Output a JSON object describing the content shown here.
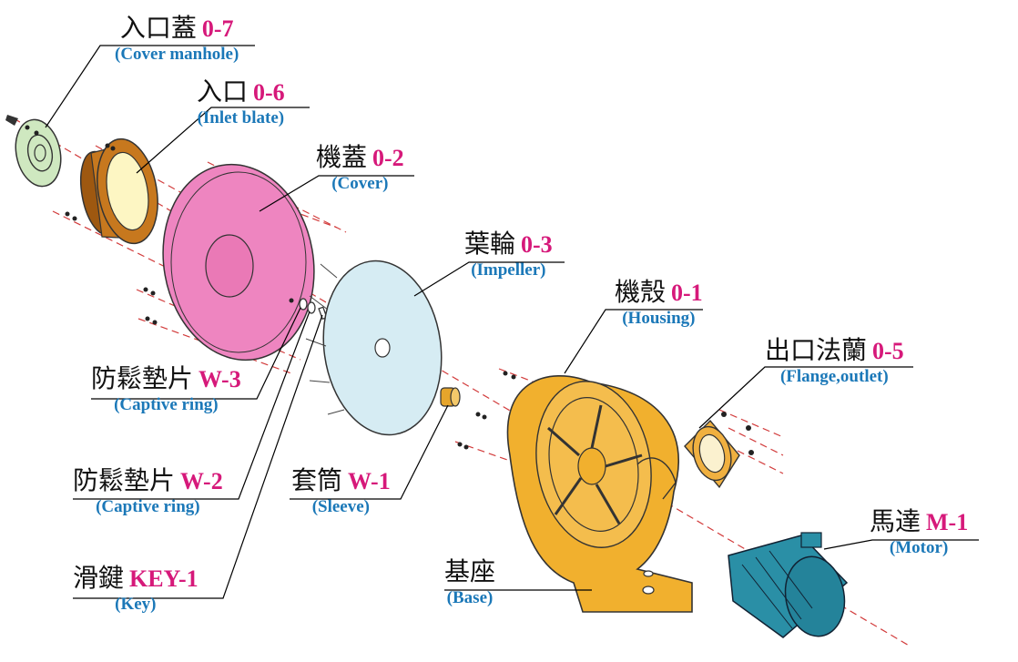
{
  "colors": {
    "code": "#d6197a",
    "english": "#1b78b8",
    "leader": "#000000",
    "axis": "#d23b3b",
    "cover_manhole": "#cfe8c0",
    "inlet": "#c7781e",
    "inlet_inner": "#fdf6c3",
    "cover": "#ee85c0",
    "impeller": "#d6ecf3",
    "sleeve": "#e6a52b",
    "housing": "#f1b02e",
    "flange": "#f0b040",
    "motor": "#2a8fa6"
  },
  "parts": [
    {
      "id": "cover-manhole",
      "zh": "入口蓋",
      "code": "0-7",
      "en": "(Cover manhole)"
    },
    {
      "id": "inlet-blate",
      "zh": "入口",
      "code": "0-6",
      "en": "(Inlet blate)"
    },
    {
      "id": "cover",
      "zh": "機蓋",
      "code": "0-2",
      "en": "(Cover)"
    },
    {
      "id": "impeller",
      "zh": "葉輪",
      "code": "0-3",
      "en": "(Impeller)"
    },
    {
      "id": "housing",
      "zh": "機殼",
      "code": "0-1",
      "en": "(Housing)"
    },
    {
      "id": "flange-outlet",
      "zh": "出口法蘭",
      "code": "0-5",
      "en": "(Flange,outlet)"
    },
    {
      "id": "captive-ring-w3",
      "zh": "防鬆墊片",
      "code": "W-3",
      "en": "(Captive ring)"
    },
    {
      "id": "captive-ring-w2",
      "zh": "防鬆墊片",
      "code": "W-2",
      "en": "(Captive ring)"
    },
    {
      "id": "sleeve",
      "zh": "套筒",
      "code": "W-1",
      "en": "(Sleeve)"
    },
    {
      "id": "key",
      "zh": "滑鍵",
      "code": "KEY-1",
      "en": "(Key)"
    },
    {
      "id": "motor",
      "zh": "馬達",
      "code": "M-1",
      "en": "(Motor)"
    },
    {
      "id": "base",
      "zh": "基座",
      "code": "",
      "en": "(Base)"
    }
  ]
}
